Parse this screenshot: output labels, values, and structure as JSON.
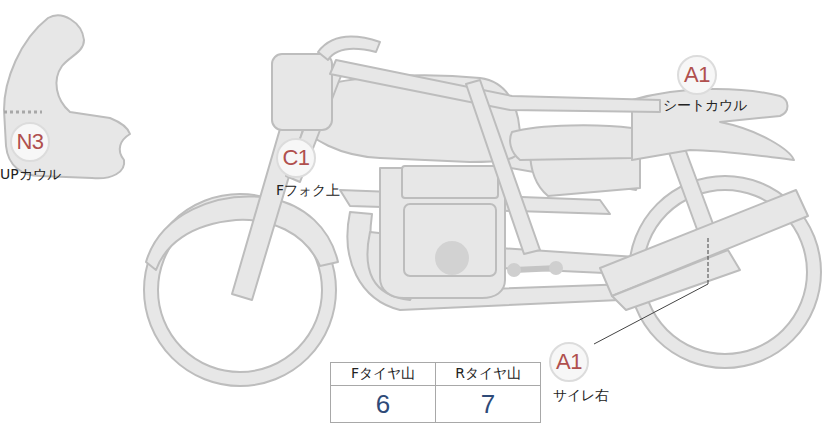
{
  "diagram": {
    "nodes": [
      {
        "text": [
          "A1",
          "シートカウル"
        ]
      },
      {
        "text": [
          "N3",
          "UPカウル"
        ]
      },
      {
        "text": [
          "C1",
          "Fフォク上"
        ]
      },
      {
        "text": [
          "A1",
          "サイレ右"
        ]
      }
    ],
    "labels": [
      "Fタイヤ山",
      "Rタイヤ山",
      "6",
      "7"
    ]
  }
}
